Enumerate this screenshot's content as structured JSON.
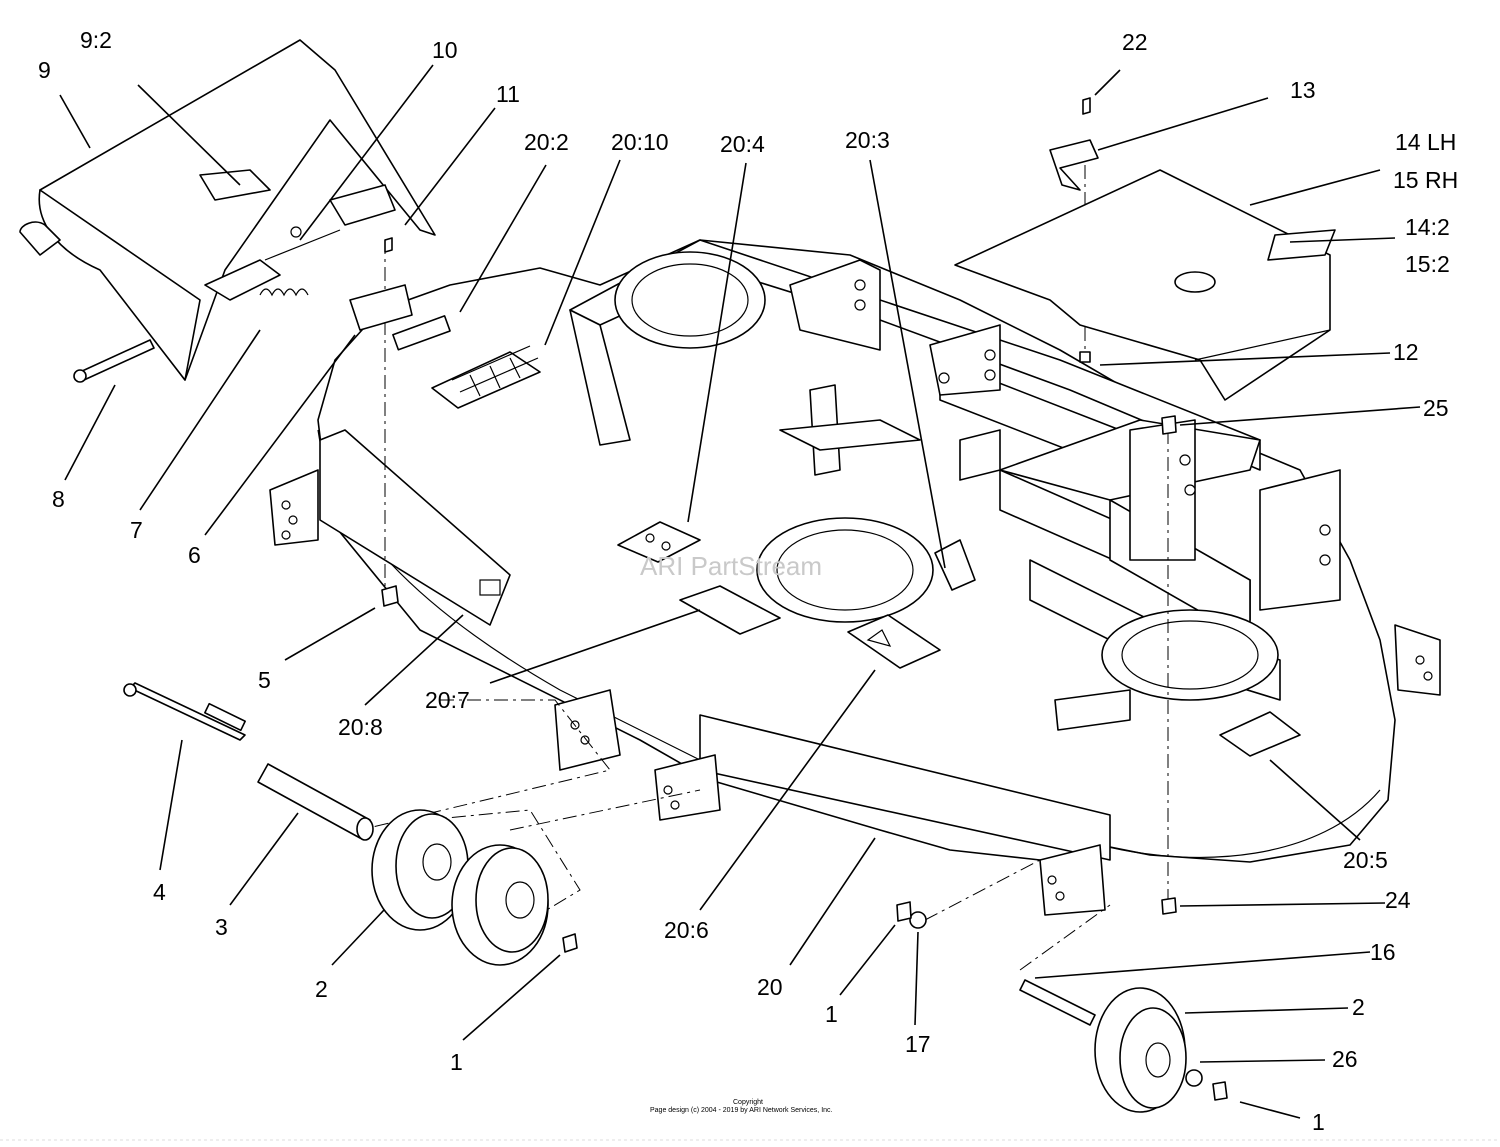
{
  "diagram": {
    "watermark": "ARI PartStream",
    "copyright_line1": "Copyright",
    "copyright_line2": "Page design (c) 2004 - 2019 by ARI Network Services, Inc.",
    "callouts": [
      {
        "id": "c-9-2",
        "text": "9:2"
      },
      {
        "id": "c-9",
        "text": "9"
      },
      {
        "id": "c-10",
        "text": "10"
      },
      {
        "id": "c-11",
        "text": "11"
      },
      {
        "id": "c-8",
        "text": "8"
      },
      {
        "id": "c-7",
        "text": "7"
      },
      {
        "id": "c-6",
        "text": "6"
      },
      {
        "id": "c-5",
        "text": "5"
      },
      {
        "id": "c-20-8",
        "text": "20:8"
      },
      {
        "id": "c-20-7",
        "text": "20:7"
      },
      {
        "id": "c-4",
        "text": "4"
      },
      {
        "id": "c-3",
        "text": "3"
      },
      {
        "id": "c-2a",
        "text": "2"
      },
      {
        "id": "c-1a",
        "text": "1"
      },
      {
        "id": "c-20-2",
        "text": "20:2"
      },
      {
        "id": "c-20-10",
        "text": "20:10"
      },
      {
        "id": "c-20-4",
        "text": "20:4"
      },
      {
        "id": "c-20-3",
        "text": "20:3"
      },
      {
        "id": "c-20-6",
        "text": "20:6"
      },
      {
        "id": "c-20",
        "text": "20"
      },
      {
        "id": "c-1b",
        "text": "1"
      },
      {
        "id": "c-17",
        "text": "17"
      },
      {
        "id": "c-22",
        "text": "22"
      },
      {
        "id": "c-13",
        "text": "13"
      },
      {
        "id": "c-14lh",
        "text": "14 LH"
      },
      {
        "id": "c-15rh",
        "text": "15 RH"
      },
      {
        "id": "c-14-2",
        "text": "14:2"
      },
      {
        "id": "c-15-2",
        "text": "15:2"
      },
      {
        "id": "c-12",
        "text": "12"
      },
      {
        "id": "c-25",
        "text": "25"
      },
      {
        "id": "c-20-5",
        "text": "20:5"
      },
      {
        "id": "c-24",
        "text": "24"
      },
      {
        "id": "c-16",
        "text": "16"
      },
      {
        "id": "c-2b",
        "text": "2"
      },
      {
        "id": "c-26",
        "text": "26"
      },
      {
        "id": "c-1c",
        "text": "1"
      }
    ]
  }
}
